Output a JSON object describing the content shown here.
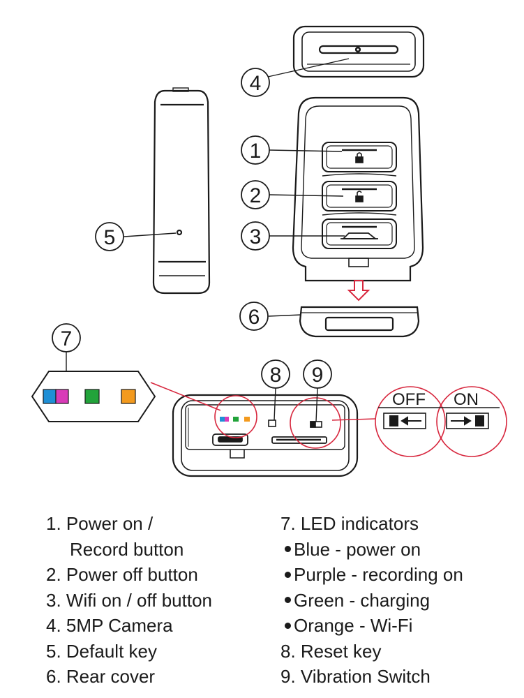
{
  "callouts": {
    "c1": "1",
    "c2": "2",
    "c3": "3",
    "c4": "4",
    "c5": "5",
    "c6": "6",
    "c7": "7",
    "c8": "8",
    "c9": "9"
  },
  "led_colors": {
    "blue": "#1f8fd6",
    "purple": "#d93bb8",
    "green": "#22a33a",
    "orange": "#f39a1e"
  },
  "highlight_color": "#d7263d",
  "switch": {
    "off_label": "OFF",
    "on_label": "ON"
  },
  "legend": {
    "left": [
      {
        "text": "1. Power on /"
      },
      {
        "text": "Record button",
        "continuation": true
      },
      {
        "text": "2. Power off button"
      },
      {
        "text": "3. Wifi on / off button"
      },
      {
        "text": "4. 5MP Camera"
      },
      {
        "text": "5. Default key"
      },
      {
        "text": "6. Rear cover"
      }
    ],
    "right": [
      {
        "text": "7. LED indicators"
      },
      {
        "text": "Blue - power on",
        "bullet": true
      },
      {
        "text": "Purple - recording on",
        "bullet": true
      },
      {
        "text": "Green - charging",
        "bullet": true
      },
      {
        "text": "Orange - Wi-Fi",
        "bullet": true
      },
      {
        "text": "8. Reset key"
      },
      {
        "text": "9. Vibration Switch"
      }
    ]
  }
}
